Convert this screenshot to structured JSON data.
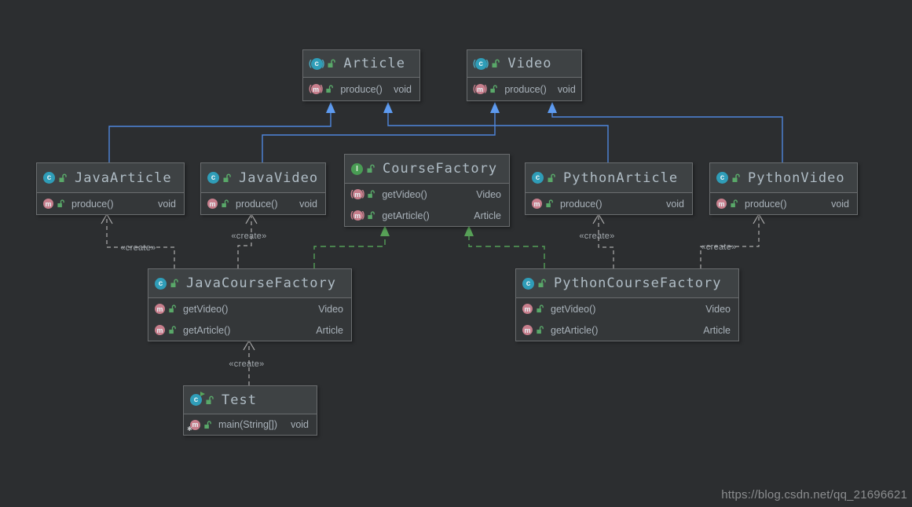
{
  "page": {
    "watermark": "https://blog.csdn.net/qq_21696621"
  },
  "labels": {
    "create": "«create»"
  },
  "classes": {
    "article": {
      "name": "Article",
      "kind": "abstract class",
      "methods": [
        {
          "label": "produce()",
          "type": "void"
        }
      ]
    },
    "video": {
      "name": "Video",
      "kind": "abstract class",
      "methods": [
        {
          "label": "produce()",
          "type": "void"
        }
      ]
    },
    "javaArticle": {
      "name": "JavaArticle",
      "kind": "class",
      "methods": [
        {
          "label": "produce()",
          "type": "void"
        }
      ]
    },
    "javaVideo": {
      "name": "JavaVideo",
      "kind": "class",
      "methods": [
        {
          "label": "produce()",
          "type": "void"
        }
      ]
    },
    "courseFactory": {
      "name": "CourseFactory",
      "kind": "interface",
      "methods": [
        {
          "label": "getVideo()",
          "type": "Video"
        },
        {
          "label": "getArticle()",
          "type": "Article"
        }
      ]
    },
    "pythonArticle": {
      "name": "PythonArticle",
      "kind": "class",
      "methods": [
        {
          "label": "produce()",
          "type": "void"
        }
      ]
    },
    "pythonVideo": {
      "name": "PythonVideo",
      "kind": "class",
      "methods": [
        {
          "label": "produce()",
          "type": "void"
        }
      ]
    },
    "javaCourseFactory": {
      "name": "JavaCourseFactory",
      "kind": "class",
      "methods": [
        {
          "label": "getVideo()",
          "type": "Video"
        },
        {
          "label": "getArticle()",
          "type": "Article"
        }
      ]
    },
    "pythonCourseFactory": {
      "name": "PythonCourseFactory",
      "kind": "class",
      "methods": [
        {
          "label": "getVideo()",
          "type": "Video"
        },
        {
          "label": "getArticle()",
          "type": "Article"
        }
      ]
    },
    "test": {
      "name": "Test",
      "kind": "runnable class",
      "methods": [
        {
          "label": "main(String[])",
          "type": "void"
        }
      ]
    }
  },
  "edges": [
    {
      "from": "JavaArticle",
      "to": "Article",
      "type": "inheritance"
    },
    {
      "from": "PythonArticle",
      "to": "Article",
      "type": "inheritance"
    },
    {
      "from": "JavaVideo",
      "to": "Video",
      "type": "inheritance"
    },
    {
      "from": "PythonVideo",
      "to": "Video",
      "type": "inheritance"
    },
    {
      "from": "JavaCourseFactory",
      "to": "CourseFactory",
      "type": "realization"
    },
    {
      "from": "PythonCourseFactory",
      "to": "CourseFactory",
      "type": "realization"
    },
    {
      "from": "JavaCourseFactory",
      "to": "JavaArticle",
      "type": "dependency",
      "label": "«create»"
    },
    {
      "from": "JavaCourseFactory",
      "to": "JavaVideo",
      "type": "dependency",
      "label": "«create»"
    },
    {
      "from": "PythonCourseFactory",
      "to": "PythonArticle",
      "type": "dependency",
      "label": "«create»"
    },
    {
      "from": "PythonCourseFactory",
      "to": "PythonVideo",
      "type": "dependency",
      "label": "«create»"
    },
    {
      "from": "Test",
      "to": "JavaCourseFactory",
      "type": "dependency",
      "label": "«create»"
    }
  ],
  "colors": {
    "inheritance": "#4e86dc",
    "realization": "#55a058",
    "dependency": "#adadad",
    "interface_icon": "#499c54",
    "class_icon": "#2f9db8",
    "method_icon": "#c77e8c",
    "lock_icon": "#59a869"
  }
}
